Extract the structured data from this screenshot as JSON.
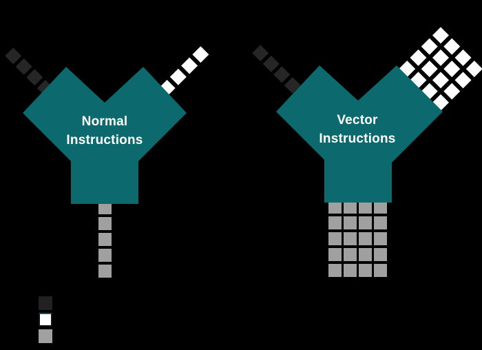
{
  "colors": {
    "background": "#000000",
    "funnel": "#0c6a6e",
    "dark_square": "#262626",
    "white_square": "#ffffff",
    "gray_square": "#a0a0a0",
    "label_text": "#ffffff",
    "legend_dark": "#232021",
    "legend_white_border": "#141414",
    "legend_white_top": "#0e585c"
  },
  "funnels": {
    "normal": {
      "label_line1": "Normal",
      "label_line2": "Instructions"
    },
    "vector": {
      "label_line1": "Vector",
      "label_line2": "Instructions"
    }
  },
  "groups": {
    "normal_input_left": {
      "kind": "dark",
      "count": 4
    },
    "normal_input_right": {
      "kind": "white",
      "count": 4
    },
    "normal_output": {
      "kind": "gray",
      "count": 5
    },
    "vector_input_left": {
      "kind": "dark",
      "count": 4
    },
    "vector_input_right": {
      "kind": "white",
      "rows": 4,
      "cols": 4
    },
    "vector_output": {
      "kind": "gray",
      "rows": 5,
      "cols": 4
    }
  },
  "legend": {
    "swatches": [
      {
        "kind": "dark"
      },
      {
        "kind": "white"
      },
      {
        "kind": "gray"
      }
    ]
  }
}
